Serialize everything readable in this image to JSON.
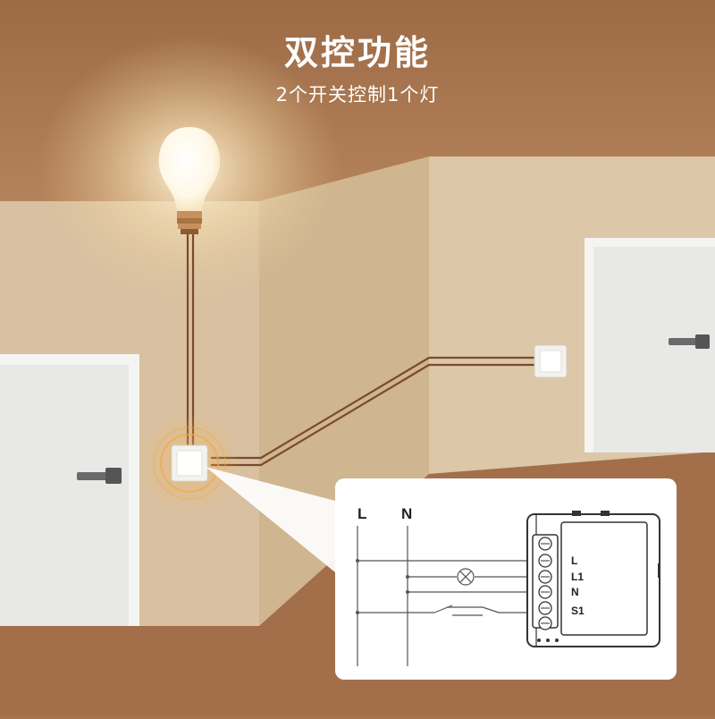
{
  "header": {
    "title": "双控功能",
    "subtitle": "2个开关控制1个灯"
  },
  "diagram": {
    "bus_labels": [
      "L",
      "N"
    ],
    "terminal_labels": [
      "L",
      "L1",
      "N",
      "S1"
    ]
  }
}
